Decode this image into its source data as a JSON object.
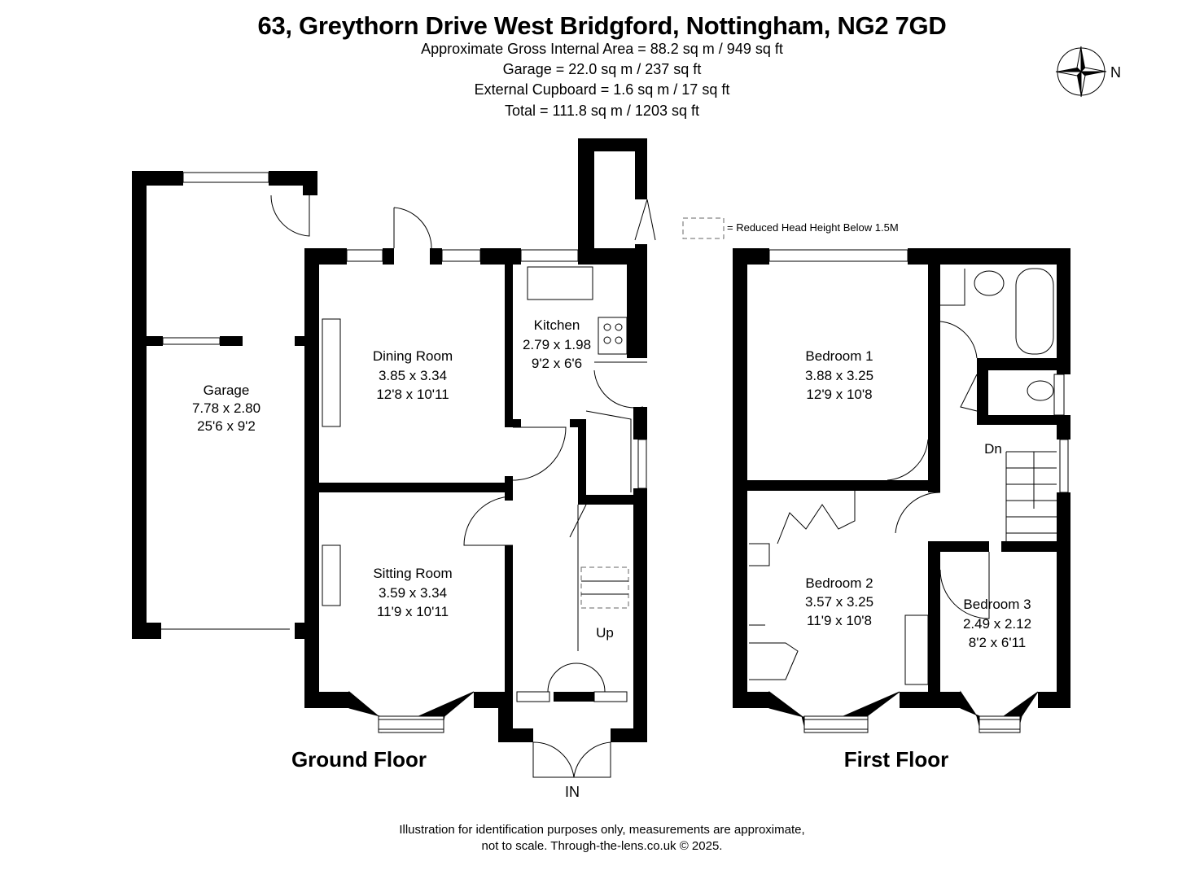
{
  "title": "63, Greythorn Drive West Bridgford, Nottingham, NG2 7GD",
  "areas": [
    "Approximate Gross Internal Area = 88.2 sq m / 949 sq ft",
    "Garage = 22.0 sq m / 237 sq ft",
    "External Cupboard = 1.6 sq m / 17 sq ft",
    "Total = 111.8 sq m / 1203 sq ft"
  ],
  "compass": {
    "label": "N"
  },
  "legend": {
    "reduced_head_height": "= Reduced Head Height Below 1.5M"
  },
  "ground_floor": {
    "label": "Ground Floor",
    "rooms": {
      "garage": {
        "name": "Garage",
        "metric": "7.78 x 2.80",
        "imperial": "25'6 x 9'2"
      },
      "dining": {
        "name": "Dining Room",
        "metric": "3.85 x 3.34",
        "imperial": "12'8 x 10'11"
      },
      "kitchen": {
        "name": "Kitchen",
        "metric": "2.79 x 1.98",
        "imperial": "9'2 x 6'6"
      },
      "sitting": {
        "name": "Sitting Room",
        "metric": "3.59 x 3.34",
        "imperial": "11'9 x 10'11"
      }
    },
    "stairs_label": "Up",
    "entrance_label": "IN"
  },
  "first_floor": {
    "label": "First Floor",
    "rooms": {
      "bed1": {
        "name": "Bedroom 1",
        "metric": "3.88 x 3.25",
        "imperial": "12'9 x 10'8"
      },
      "bed2": {
        "name": "Bedroom 2",
        "metric": "3.57 x 3.25",
        "imperial": "11'9 x 10'8"
      },
      "bed3": {
        "name": "Bedroom 3",
        "metric": "2.49 x 2.12",
        "imperial": "8'2 x 6'11"
      }
    },
    "stairs_label": "Dn"
  },
  "footer": [
    "Illustration for identification purposes only, measurements are approximate,",
    "not to scale. Through-the-lens.co.uk © 2025."
  ]
}
